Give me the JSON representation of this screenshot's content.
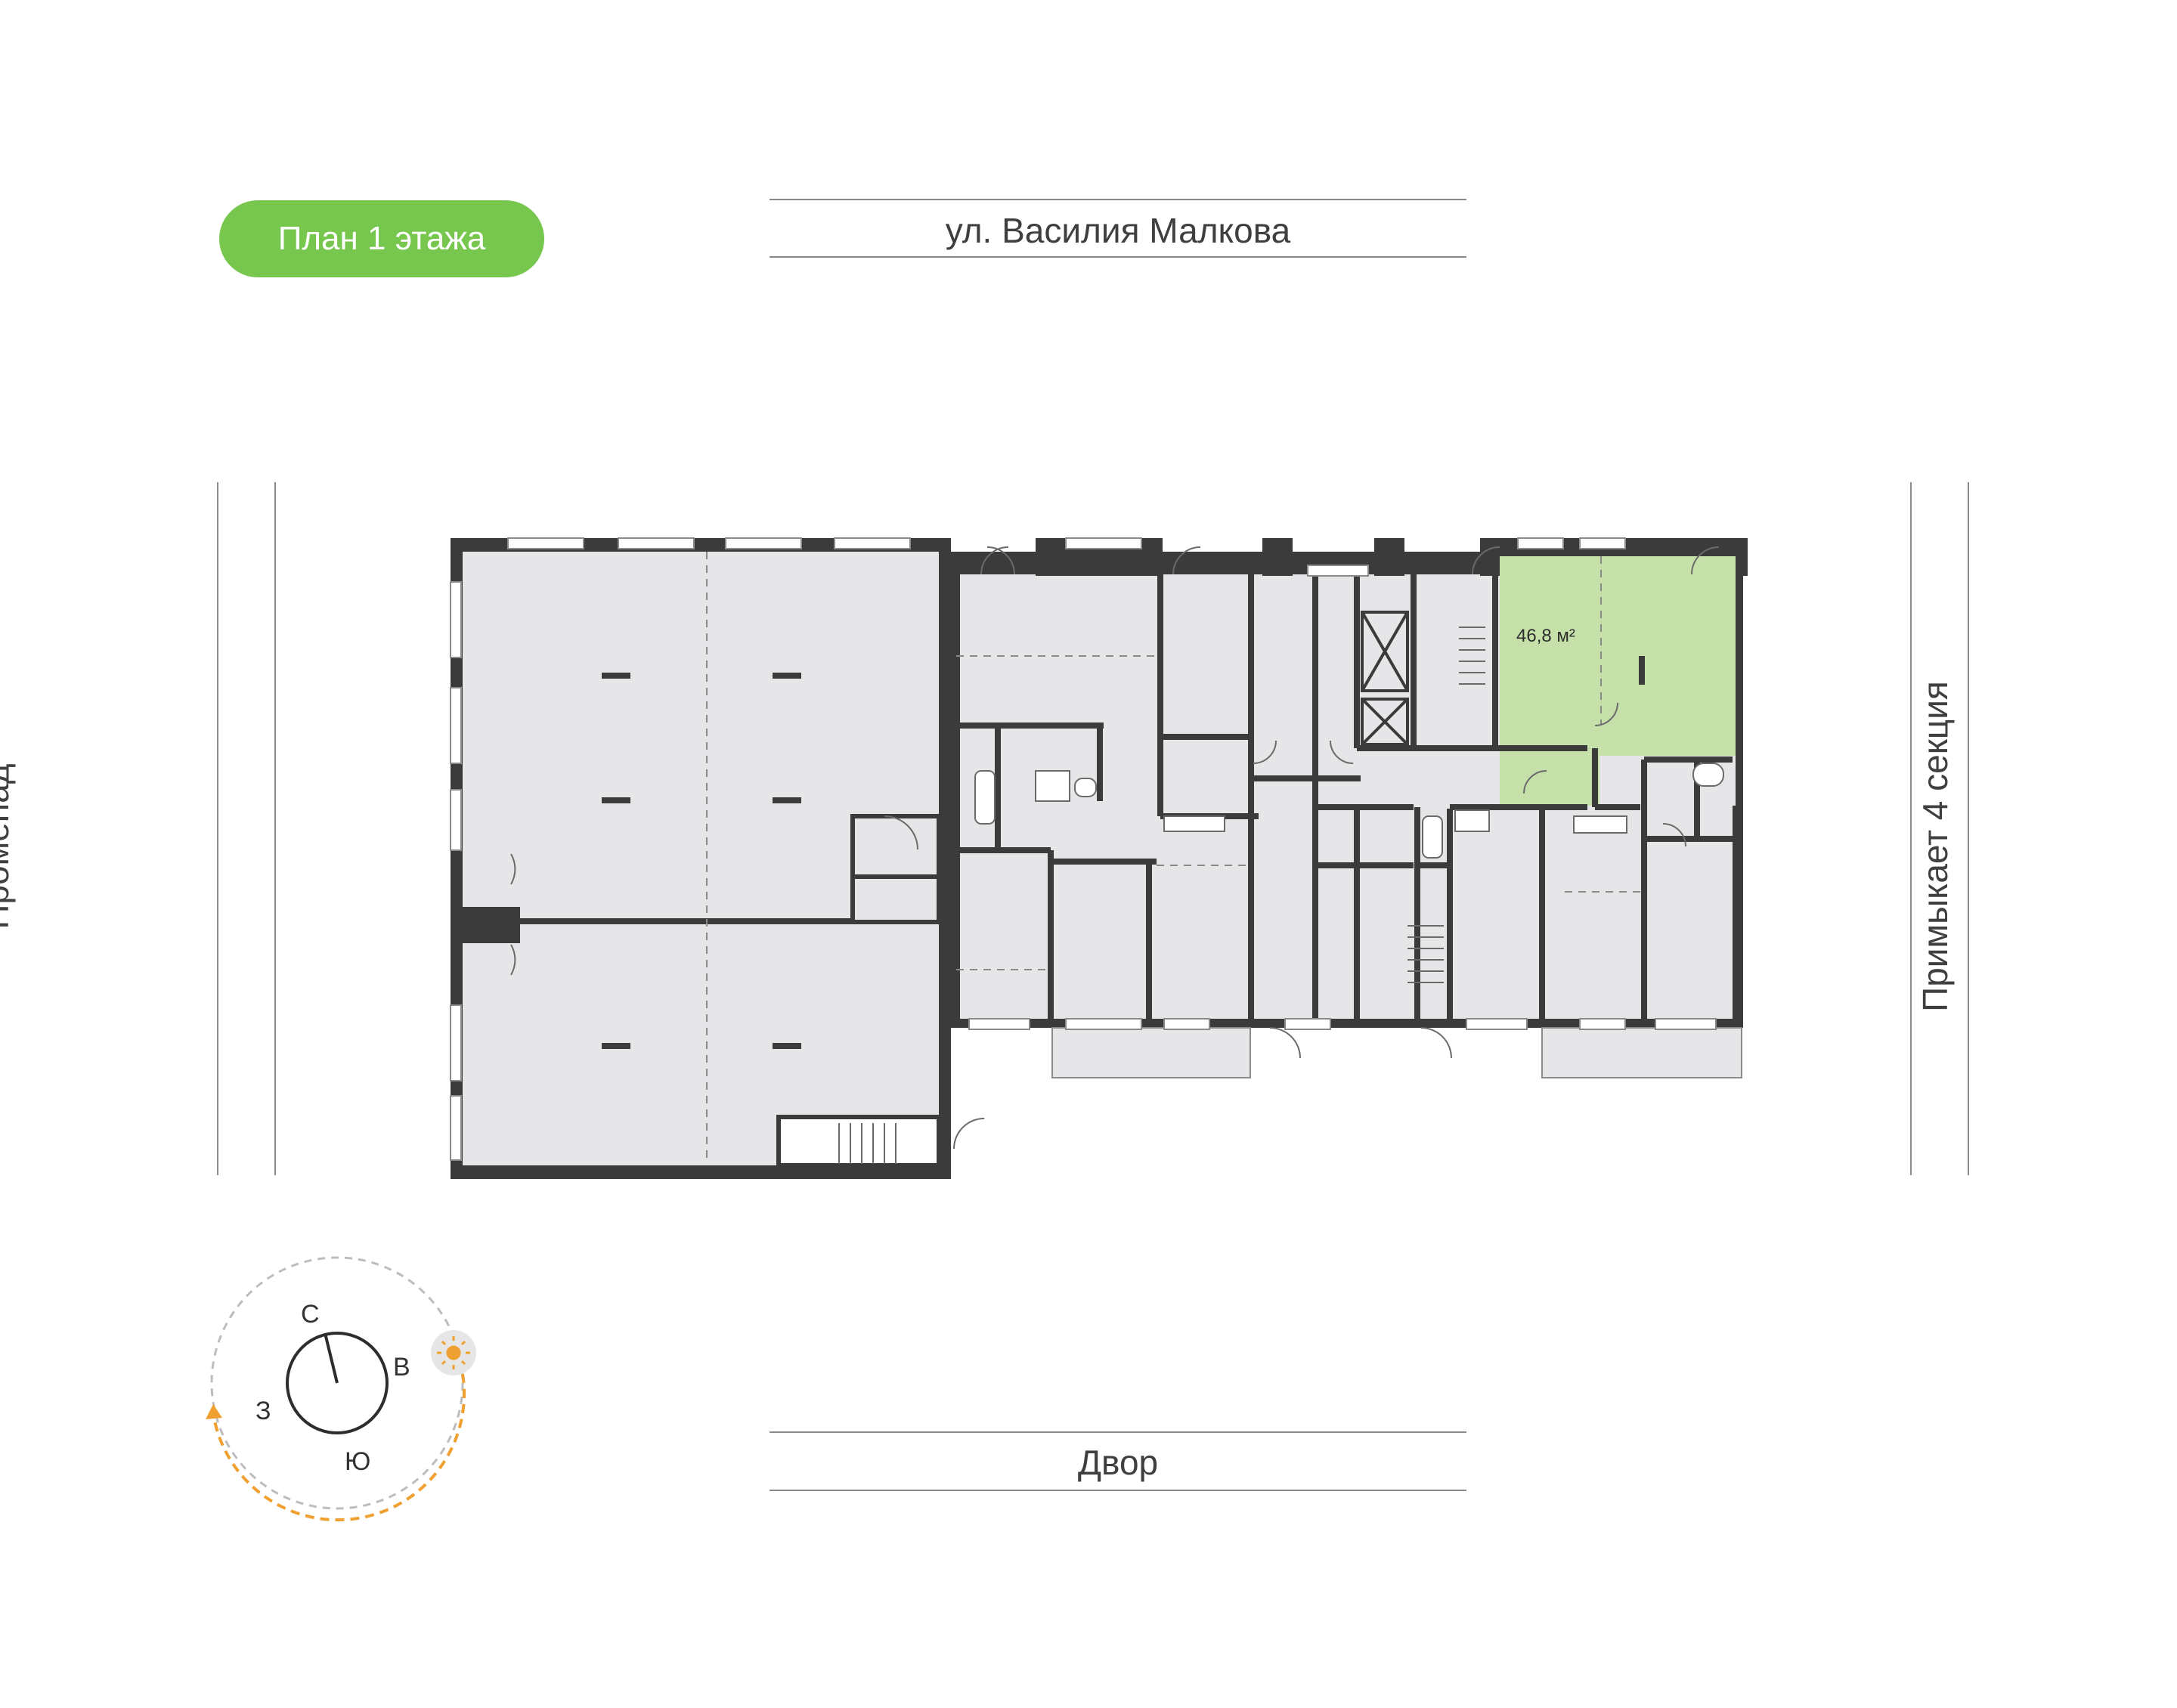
{
  "badge": {
    "label": "План 1 этажа",
    "color": "#77c74e"
  },
  "streets": {
    "top": "ул. Василия Малкова",
    "bottom": "Двор",
    "left": "Променад",
    "right": "Примыкает 4 секция"
  },
  "apartment": {
    "area": "46,8 м²",
    "highlight_color": "#c5e0a8"
  },
  "compass": {
    "north": "С",
    "east": "В",
    "south": "Ю",
    "west": "З",
    "sun_icon": "sun-icon",
    "arrow_color": "#f0a030"
  },
  "colors": {
    "room_fill": "#e6e6e8",
    "wall": "#3b3b3b",
    "line": "#6a6a6a"
  }
}
